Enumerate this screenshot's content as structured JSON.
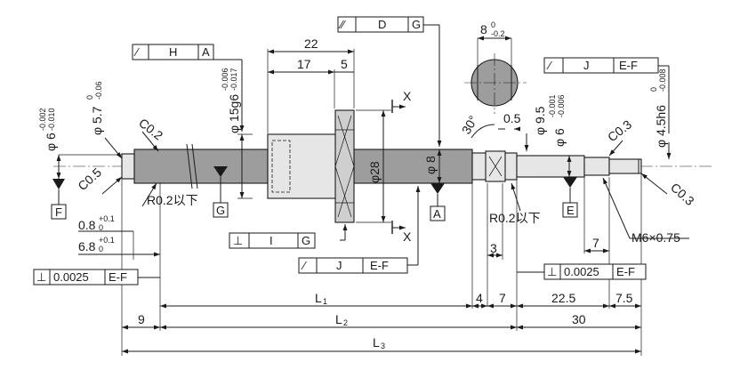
{
  "drawing": {
    "dims": {
      "d22": "22",
      "d17": "17",
      "d5": "5",
      "d8": "8",
      "d8_tol_up": "0",
      "d8_tol_lo": "-0.2",
      "d0_5": "0.5",
      "d30deg": "30°",
      "d9_5": "φ 9.5",
      "d6r_main": "φ 6",
      "d6r_up": "-0.001",
      "d6r_lo": "-0.006",
      "d4_5_main": "φ 4.5h6",
      "d4_5_up": "0",
      "d4_5_lo": "-0.008",
      "d15_main": "φ 15g6",
      "d15_up": "-0.006",
      "d15_lo": "-0.017",
      "d5_7_main": "φ 5.7",
      "d5_7_up": "0",
      "d5_7_lo": "-0.06",
      "d6l_main": "φ 6",
      "d6l_up": "-0.002",
      "d6l_lo": "-0.010",
      "d28": "φ28",
      "d8_shaft": "φ 8",
      "c02": "C0.2",
      "c05": "C0.5",
      "c03_top": "C0.3",
      "c03_bot": "C0.3",
      "r02_left": "R0.2以下",
      "r02_right": "R0.2以下",
      "d0_8_main": "0.8",
      "d0_8_up": "+0.1",
      "d0_8_lo": "0",
      "d6_8_main": "6.8",
      "d6_8_up": "+0.1",
      "d6_8_lo": "0",
      "d3": "3",
      "d7_thread": "7",
      "m6": "M6×0.75",
      "d4": "4",
      "d7": "7",
      "d22_5": "22.5",
      "d7_5": "7.5",
      "d9": "9",
      "d30": "30",
      "L1": "L",
      "L1_sub": "1",
      "L2": "L",
      "L2_sub": "2",
      "L3": "L",
      "L3_sub": "3",
      "X_top": "X",
      "X_bot": "X"
    },
    "datums": {
      "F": "F",
      "G": "G",
      "A": "A",
      "E": "E"
    },
    "fcf": {
      "H": {
        "sym": "⁄",
        "name": "H",
        "datum": "A"
      },
      "D": {
        "sym": "⁄⁄",
        "name": "D",
        "datum": "G"
      },
      "J_top": {
        "sym": "⁄",
        "name": "J",
        "datum": "E-F"
      },
      "I": {
        "sym": "⊥",
        "name": "I",
        "datum": "G"
      },
      "J_mid": {
        "sym": "⁄",
        "name": "J",
        "datum": "E-F"
      },
      "perp_left": {
        "sym": "⊥",
        "val": "0.0025",
        "datum": "E-F"
      },
      "perp_right": {
        "sym": "⊥",
        "val": "0.0025",
        "datum": "E-F"
      }
    }
  }
}
